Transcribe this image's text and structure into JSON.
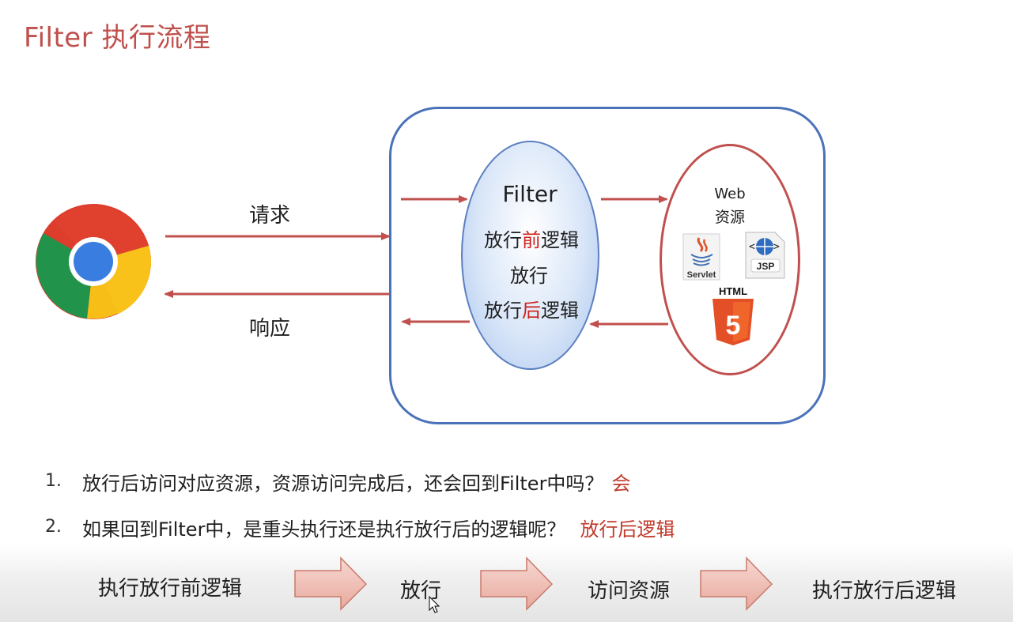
{
  "title": "Filter 执行流程",
  "browser": {
    "icon": "chrome-icon"
  },
  "arrows": {
    "request_label": "请求",
    "response_label": "响应"
  },
  "filter": {
    "title": "Filter",
    "pre_logic": [
      "放行",
      "前",
      "逻辑"
    ],
    "pass": "放行",
    "post_logic": [
      "放行",
      "后",
      "逻辑"
    ]
  },
  "web_resources": {
    "title_line1": "Web",
    "title_line2": "资源",
    "servlet_label": "Servlet",
    "jsp_label": "JSP",
    "html_label": "HTML",
    "html_number": "5",
    "icons": [
      "java-servlet-icon",
      "jsp-icon",
      "html5-icon"
    ]
  },
  "questions": [
    {
      "number": "1.",
      "text": "放行后访问对应资源，资源访问完成后，还会回到Filter中吗？",
      "answer": "会"
    },
    {
      "number": "2.",
      "text": "如果回到Filter中，是重头执行还是执行放行后的逻辑呢？",
      "answer": "放行后逻辑"
    }
  ],
  "flow_steps": [
    "执行放行前逻辑",
    "放行",
    "访问资源",
    "执行放行后逻辑"
  ],
  "colors": {
    "accent_red": "#c0504d",
    "box_blue": "#4a72b8",
    "highlight_red": "#d0201a"
  }
}
